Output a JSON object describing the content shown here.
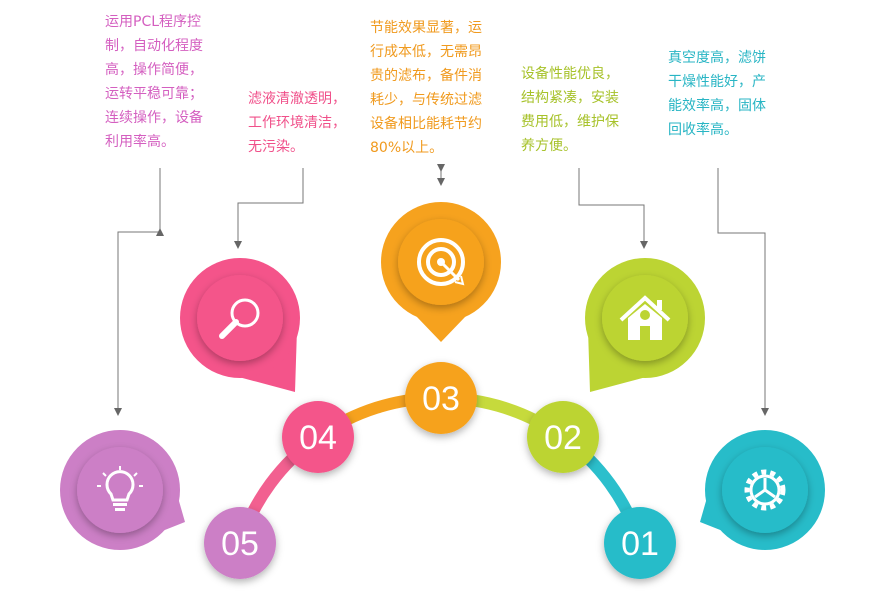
{
  "items": [
    {
      "number": "05",
      "color": "#cc7fc6",
      "text_color": "#d45fc0",
      "icon": "lightbulb-icon",
      "lines": [
        "运用PCL程序控",
        "制，自动化程度",
        "高，操作简便，",
        "运转平稳可靠；",
        "连续操作，设备",
        "利用率高。"
      ]
    },
    {
      "number": "04",
      "color": "#f4548a",
      "text_color": "#f0508a",
      "icon": "magnifier-icon",
      "lines": [
        "滤液清澈透明，",
        "工作环境清洁，",
        "无污染。"
      ]
    },
    {
      "number": "03",
      "color": "#f6a21e",
      "text_color": "#f09a1e",
      "icon": "target-icon",
      "lines": [
        "节能效果显著，运",
        "行成本低，无需昂",
        "贵的滤布，备件消",
        "耗少，与传统过滤",
        "设备相比能耗节约",
        "80%以上。"
      ]
    },
    {
      "number": "02",
      "color": "#bcd433",
      "text_color": "#a7c22a",
      "icon": "house-icon",
      "lines": [
        "设备性能优良，",
        "结构紧凑，安装",
        "费用低，维护保",
        "养方便。"
      ]
    },
    {
      "number": "01",
      "color": "#27bcc9",
      "text_color": "#28b5c4",
      "icon": "gear-icon",
      "lines": [
        "真空度高，滤饼",
        "干燥性能好，产",
        "能效率高，固体",
        "回收率高。"
      ]
    }
  ]
}
